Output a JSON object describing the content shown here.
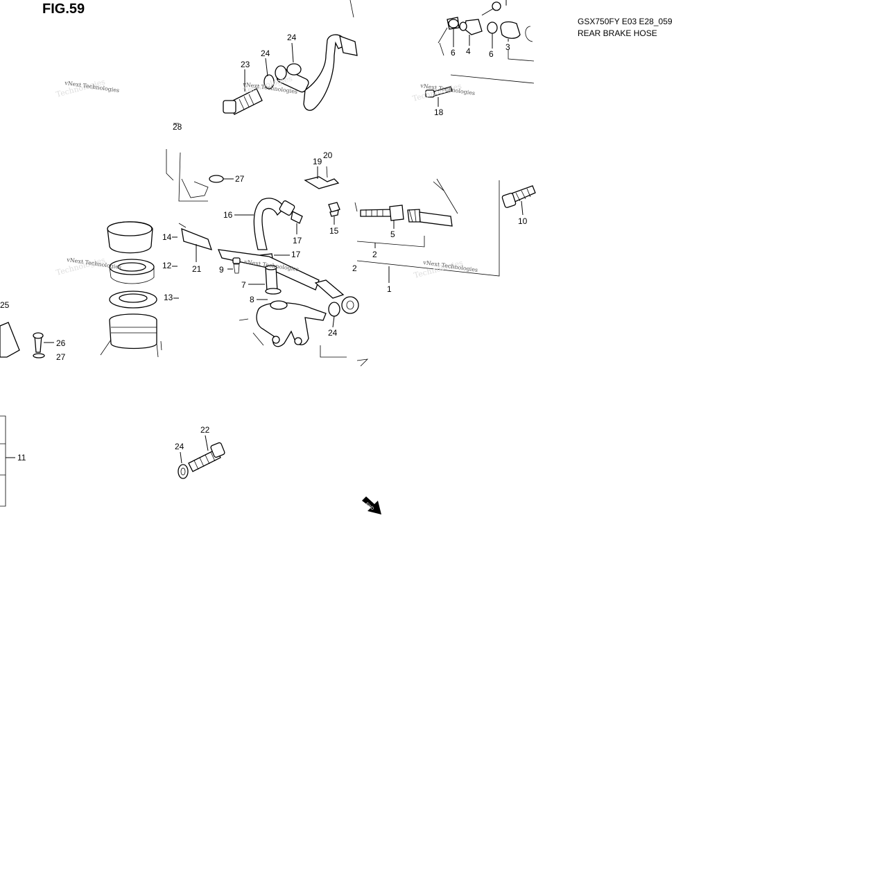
{
  "figure": {
    "title": "FIG.59",
    "model_code": "GSX750FY E03 E28_059",
    "name": "REAR BRAKE  HOSE"
  },
  "watermark": {
    "line1": "vNext Technologies",
    "line2": "Technologies"
  },
  "fwd_label": "FWD",
  "callouts": {
    "c1": "1",
    "c2": "2",
    "c3": "3",
    "c4": "4",
    "c5": "5",
    "c6a": "6",
    "c6b": "6",
    "c7": "7",
    "c8": "8",
    "c9": "9",
    "c10": "10",
    "c11": "11",
    "c12": "12",
    "c13": "13",
    "c14": "14",
    "c15": "15",
    "c16": "16",
    "c17a": "17",
    "c17b": "17",
    "c18": "18",
    "c19": "19",
    "c20": "20",
    "c21": "21",
    "c22": "22",
    "c23": "23",
    "c24a": "24",
    "c24b": "24",
    "c24c": "24",
    "c24d": "24",
    "c25": "25",
    "c26": "26",
    "c27a": "27",
    "c27b": "27",
    "c28": "28",
    "c2b": "2"
  }
}
